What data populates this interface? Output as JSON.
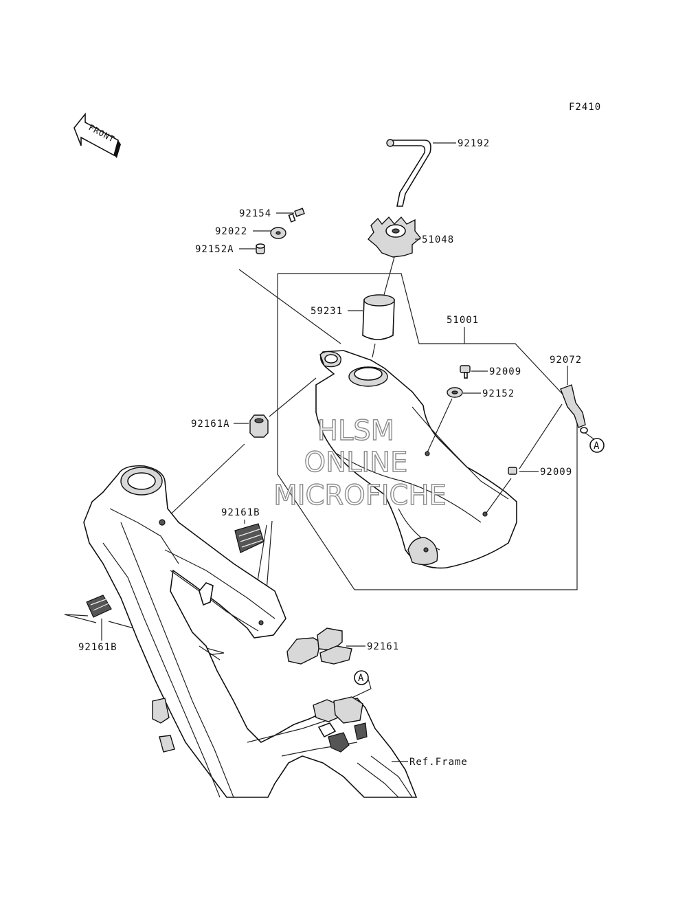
{
  "figure_code": "F2410",
  "front_arrow_label": "FRONT",
  "callout_a_label": "A",
  "part_labels": {
    "p92192": "92192",
    "p92154": "92154",
    "p92022": "92022",
    "p92152A": "92152A",
    "p51048": "51048",
    "p59231": "59231",
    "p51001": "51001",
    "p92072": "92072",
    "p92009_upper": "92009",
    "p92152": "92152",
    "p92161A": "92161A",
    "p92009_lower": "92009",
    "p92161B_center": "92161B",
    "p92161B_left": "92161B",
    "p92161": "92161",
    "ref_frame": "Ref.Frame"
  },
  "watermark": {
    "line1": "HLSM",
    "line2": "ONLINE",
    "line3": "MICROFICHE"
  }
}
